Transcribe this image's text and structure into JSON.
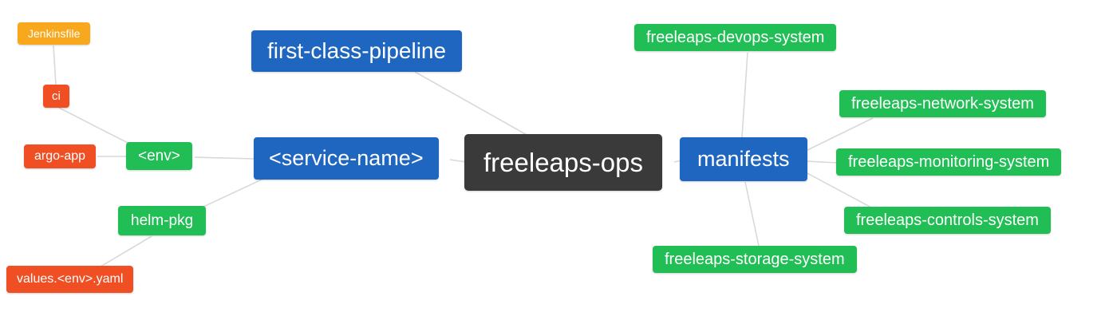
{
  "diagram": {
    "type": "mindmap",
    "root": "freeleaps-ops",
    "palette": {
      "blue": "#1f66c1",
      "green": "#21bd55",
      "red": "#f04e23",
      "orange": "#f8a81d",
      "dark": "#3a3a3a",
      "edge": "#d9d9d9",
      "text": "#ffffff"
    },
    "nodes": [
      {
        "id": "jenkinsfile",
        "label": "Jenkinsfile",
        "color": "orange"
      },
      {
        "id": "ci",
        "label": "ci",
        "color": "red"
      },
      {
        "id": "argo-app",
        "label": "argo-app",
        "color": "red"
      },
      {
        "id": "env",
        "label": "<env>",
        "color": "green"
      },
      {
        "id": "helm-pkg",
        "label": "helm-pkg",
        "color": "green"
      },
      {
        "id": "values-env-yaml",
        "label": "values.<env>.yaml",
        "color": "red"
      },
      {
        "id": "first-class-pipeline",
        "label": "first-class-pipeline",
        "color": "blue"
      },
      {
        "id": "service-name",
        "label": "<service-name>",
        "color": "blue"
      },
      {
        "id": "freeleaps-ops",
        "label": "freeleaps-ops",
        "color": "dark"
      },
      {
        "id": "manifests",
        "label": "manifests",
        "color": "blue"
      },
      {
        "id": "freeleaps-devops-system",
        "label": "freeleaps-devops-system",
        "color": "green"
      },
      {
        "id": "freeleaps-network-system",
        "label": "freeleaps-network-system",
        "color": "green"
      },
      {
        "id": "freeleaps-monitoring-system",
        "label": "freeleaps-monitoring-system",
        "color": "green"
      },
      {
        "id": "freeleaps-controls-system",
        "label": "freeleaps-controls-system",
        "color": "green"
      },
      {
        "id": "freeleaps-storage-system",
        "label": "freeleaps-storage-system",
        "color": "green"
      }
    ],
    "edges": [
      {
        "from": "jenkinsfile",
        "to": "ci"
      },
      {
        "from": "ci",
        "to": "env"
      },
      {
        "from": "argo-app",
        "to": "env"
      },
      {
        "from": "env",
        "to": "service-name"
      },
      {
        "from": "helm-pkg",
        "to": "service-name"
      },
      {
        "from": "values-env-yaml",
        "to": "helm-pkg"
      },
      {
        "from": "first-class-pipeline",
        "to": "freeleaps-ops"
      },
      {
        "from": "service-name",
        "to": "freeleaps-ops"
      },
      {
        "from": "freeleaps-ops",
        "to": "manifests"
      },
      {
        "from": "manifests",
        "to": "freeleaps-devops-system"
      },
      {
        "from": "manifests",
        "to": "freeleaps-network-system"
      },
      {
        "from": "manifests",
        "to": "freeleaps-monitoring-system"
      },
      {
        "from": "manifests",
        "to": "freeleaps-controls-system"
      },
      {
        "from": "manifests",
        "to": "freeleaps-storage-system"
      }
    ]
  }
}
